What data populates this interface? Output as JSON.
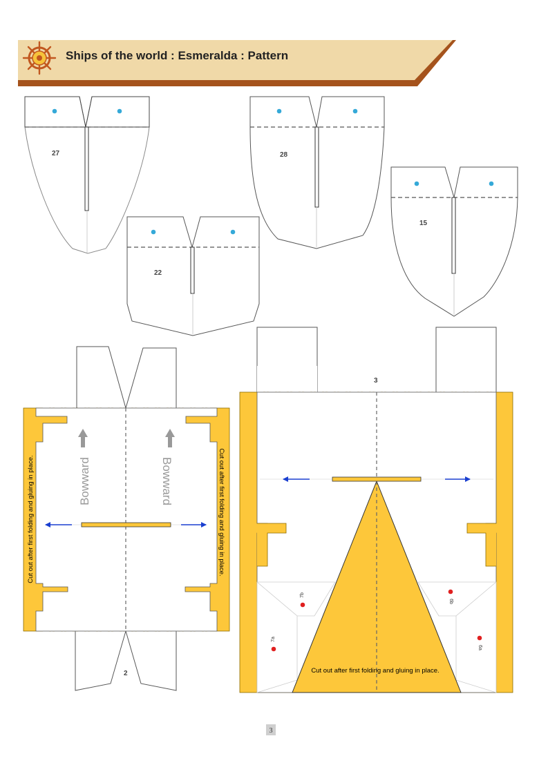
{
  "header": {
    "title": "Ships of the world : Esmeralda : Pattern"
  },
  "parts": {
    "p27": "27",
    "p28": "28",
    "p15": "15",
    "p22": "22",
    "p2": "2",
    "p3": "3",
    "l7a": "7a",
    "l7b": "7b",
    "l6a": "6a",
    "l6b": "6b"
  },
  "notes": {
    "cut_out": "Cut out after first folding and gluing in place.",
    "bowward": "Bowward"
  },
  "footer": {
    "page_number": "3"
  },
  "colors": {
    "accent_yellow": "#fdc73a",
    "header_band": "#f0d9a8",
    "header_stripe": "#a5531c",
    "marker_blue": "#35a9d8",
    "marker_red": "#e02020",
    "arrow_blue": "#1a3fd0"
  }
}
